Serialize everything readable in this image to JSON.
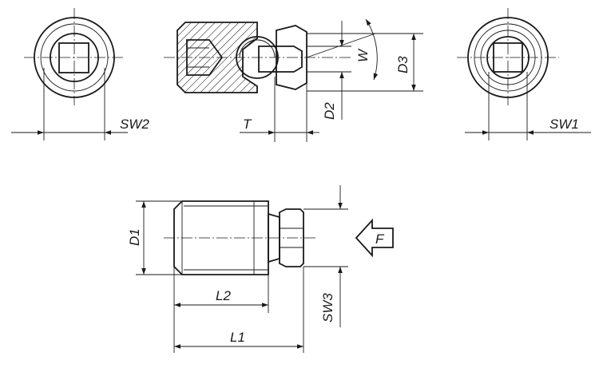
{
  "figure": {
    "labels": {
      "sw2": "SW2",
      "sw1": "SW1",
      "sw3": "SW3",
      "t": "T",
      "d1": "D1",
      "d2": "D2",
      "d3": "D3",
      "w": "W",
      "l1": "L1",
      "l2": "L2",
      "f": "F"
    },
    "colors": {
      "line": "#1a1a1a",
      "part_fill": "#bfbfbf",
      "inner_fill": "#d9d9d9",
      "background": "#ffffff"
    }
  }
}
